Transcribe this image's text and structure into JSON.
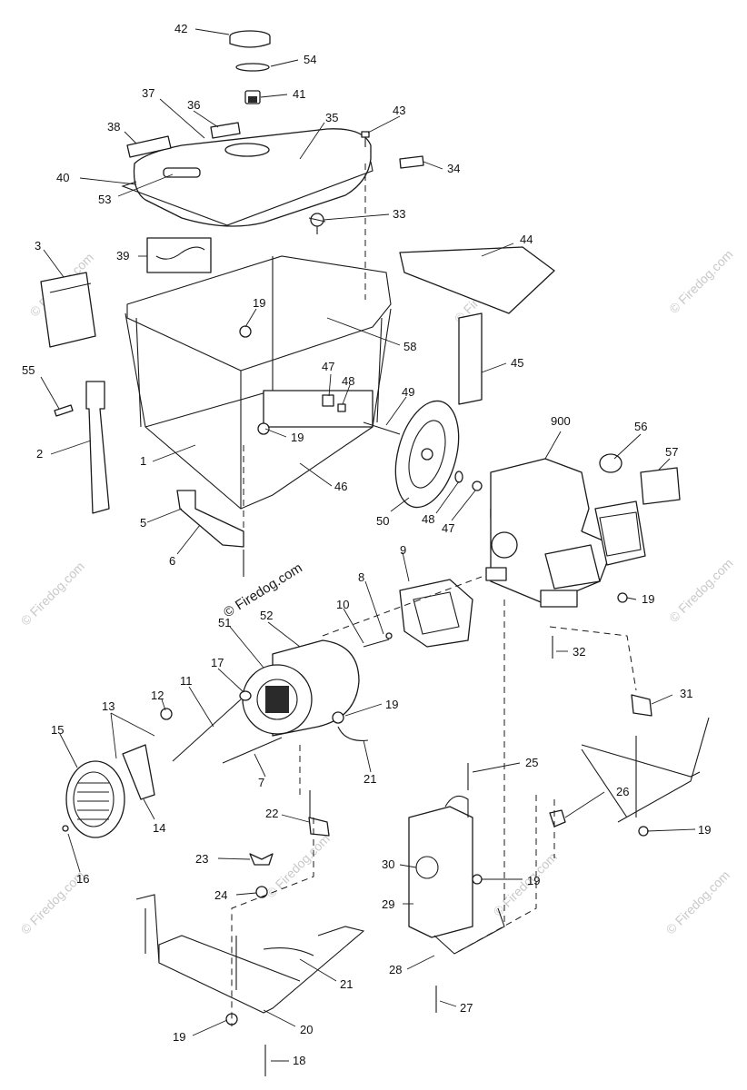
{
  "watermark": {
    "main": "© Firedog.com",
    "repeat": "© Firedog.com"
  },
  "labels": {
    "l42": "42",
    "l54": "54",
    "l41": "41",
    "l37": "37",
    "l36": "36",
    "l35": "35",
    "l43": "43",
    "l38": "38",
    "l34": "34",
    "l40": "40",
    "l53": "53",
    "l33": "33",
    "l3": "3",
    "l39": "39",
    "l44": "44",
    "l19a": "19",
    "l58": "58",
    "l55": "55",
    "l47a": "47",
    "l48a": "48",
    "l49": "49",
    "l45": "45",
    "l2": "2",
    "l19b": "19",
    "l900": "900",
    "l56": "56",
    "l57": "57",
    "l1": "1",
    "l46": "46",
    "l48b": "48",
    "l47b": "47",
    "l50": "50",
    "l5": "5",
    "l6": "6",
    "l9": "9",
    "l8": "8",
    "l10": "10",
    "l51": "51",
    "l52": "52",
    "l19c": "19",
    "l32": "32",
    "l17": "17",
    "l11": "11",
    "l12": "12",
    "l13": "13",
    "l19d": "19",
    "l31": "31",
    "l15": "15",
    "l7": "7",
    "l21a": "21",
    "l25": "25",
    "l14": "14",
    "l22": "22",
    "l26": "26",
    "l16": "16",
    "l19e": "19",
    "l23": "23",
    "l30": "30",
    "l19f": "19",
    "l24": "24",
    "l29": "29",
    "l21b": "21",
    "l28": "28",
    "l27": "27",
    "l19g": "19",
    "l20": "20",
    "l18": "18"
  }
}
